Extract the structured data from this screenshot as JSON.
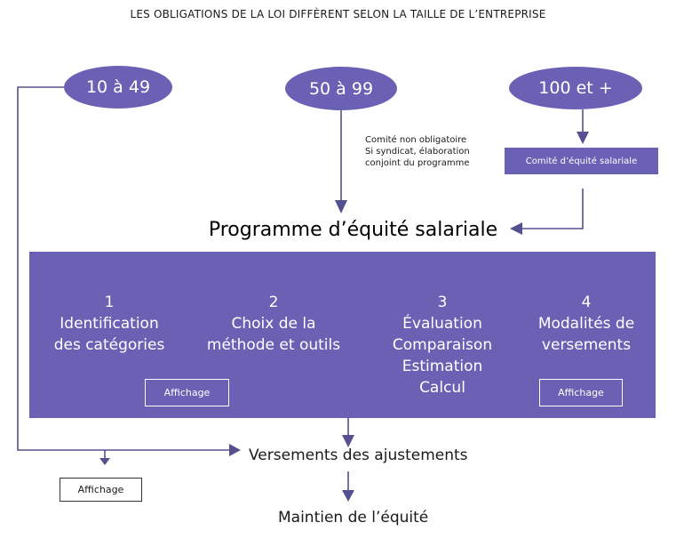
{
  "title": "LES OBLIGATIONS DE LA LOI DIFFÈRENT SELON LA TAILLE DE L’ENTREPRISE",
  "sizes": {
    "small": "10 à 49",
    "medium": "50 à 99",
    "large": "100 et +"
  },
  "medium_note": [
    "Comité non obligatoire",
    "Si syndicat, élaboration",
    "conjoint du programme"
  ],
  "committee": "Comité d’équité salariale",
  "program_title": "Programme d’équité salariale",
  "steps": [
    {
      "number": "1",
      "lines": [
        "Identification",
        "des catégories"
      ]
    },
    {
      "number": "2",
      "lines": [
        "Choix de la",
        "méthode et outils"
      ]
    },
    {
      "number": "3",
      "lines": [
        "Évaluation",
        "Comparaison",
        "Estimation",
        "Calcul"
      ]
    },
    {
      "number": "4",
      "lines": [
        "Modalités de",
        "versements"
      ]
    }
  ],
  "posting_label": "Affichage",
  "payments": "Versements des ajustements",
  "maintenance": "Maintien de l’équité",
  "colors": {
    "accent": "#6a61b5",
    "line": "#55508f"
  }
}
